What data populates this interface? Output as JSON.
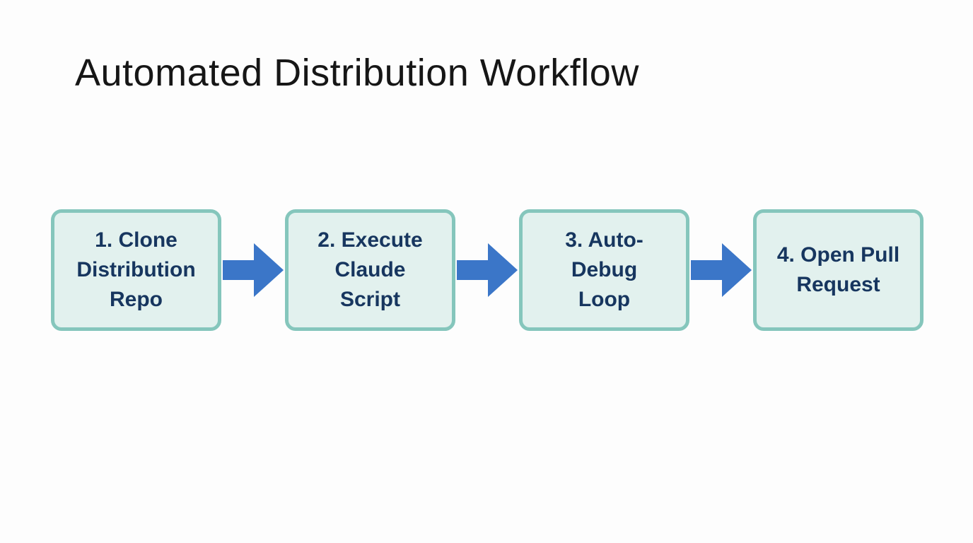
{
  "title": "Automated Distribution Workflow",
  "colors": {
    "background": "#fdfdfd",
    "box_fill": "#e2f1ee",
    "box_border": "#85c6bc",
    "box_text": "#17365f",
    "arrow": "#3b76c8",
    "title_text": "#161616"
  },
  "workflow": {
    "steps": [
      {
        "label": "1. Clone Distribution Repo",
        "lines": [
          "1. Clone",
          "Distribution",
          "Repo"
        ]
      },
      {
        "label": "2. Execute Claude Script",
        "lines": [
          "2. Execute",
          "Claude",
          "Script"
        ]
      },
      {
        "label": "3. Auto-Debug Loop",
        "lines": [
          "3. Auto-",
          "Debug",
          "Loop"
        ]
      },
      {
        "label": "4. Open Pull Request",
        "lines": [
          "4. Open Pull",
          "Request"
        ]
      }
    ]
  }
}
